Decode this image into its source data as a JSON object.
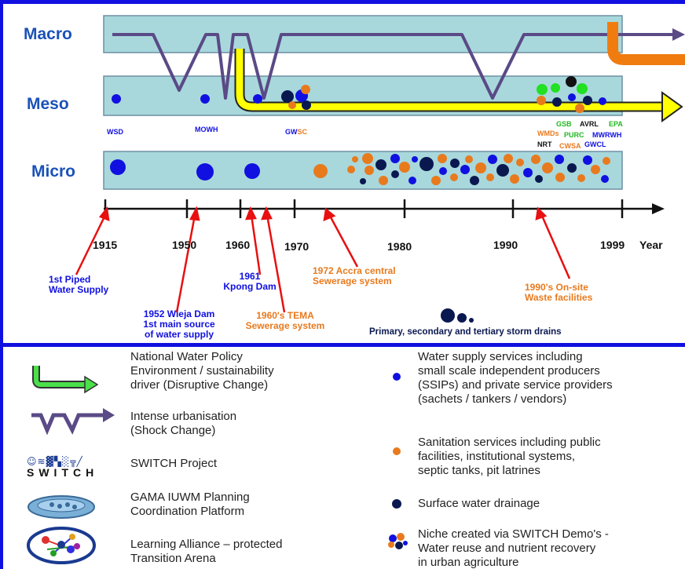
{
  "levels": {
    "macro": "Macro",
    "meso": "Meso",
    "micro": "Micro"
  },
  "meso_orgs": [
    {
      "text": "WSD",
      "color": "#1010e0"
    },
    {
      "text": "MOWH",
      "color": "#1010e0"
    },
    {
      "text_a": "GW",
      "text_b": "SC",
      "color_a": "#1010e0",
      "color_b": "#e87a1e"
    },
    {
      "text": "GSB",
      "color": "#22b822"
    },
    {
      "text": "AVRL",
      "color": "#111111"
    },
    {
      "text": "EPA",
      "color": "#22b822"
    },
    {
      "text": "WMDs",
      "color": "#e87a1e"
    },
    {
      "text": "PURC",
      "color": "#22b822"
    },
    {
      "text": "MWRWH",
      "color": "#1010e0"
    },
    {
      "text": "NRT",
      "color": "#111111"
    },
    {
      "text": "CWSA",
      "color": "#e87a1e"
    },
    {
      "text": "GWCL",
      "color": "#1010e0"
    }
  ],
  "years": [
    "1915",
    "1950",
    "1960",
    "1970",
    "1980",
    "1990",
    "1999",
    "Year"
  ],
  "events": [
    {
      "line1": "1st Piped",
      "line2": "Water Supply",
      "color": "#1010e0"
    },
    {
      "line1": "1952 Wieja Dam",
      "line2": "1st main source",
      "line3": "of water supply",
      "color": "#1010e0"
    },
    {
      "line1": "1961",
      "line2": "Kpong Dam",
      "color": "#1010e0"
    },
    {
      "line1": "1960's TEMA",
      "line2": "Sewerage system",
      "color": "#e87a1e"
    },
    {
      "line1": "1972 Accra central",
      "line2": "Sewerage system",
      "color": "#e87a1e"
    },
    {
      "line1": "1990's On-site",
      "line2": "Waste facilities",
      "color": "#e87a1e"
    }
  ],
  "drains_label": "Primary, secondary and tertiary storm drains",
  "legend_left": [
    {
      "icon": "green-arrow-icon",
      "l1": "National Water Policy",
      "l2": "Environment / sustainability",
      "l3": "driver (Disruptive Change)"
    },
    {
      "icon": "purple-wave-arrow-icon",
      "l1": "Intense urbanisation",
      "l2": "(Shock Change)"
    },
    {
      "icon": "switch-logo-icon",
      "l1": "SWITCH Project"
    },
    {
      "icon": "platform-oval-icon",
      "l1": "GAMA IUWM Planning",
      "l2": "Coordination Platform"
    },
    {
      "icon": "network-globe-icon",
      "l1": "Learning Alliance  –  protected",
      "l2": "Transition Arena"
    }
  ],
  "legend_right": [
    {
      "icon": "blue-dot-icon",
      "l1": "Water supply services including",
      "l2": "small scale independent producers",
      "l3": "(SSIPs) and private service providers",
      "l4": "(sachets / tankers / vendors)"
    },
    {
      "icon": "orange-dot-icon",
      "l1": "Sanitation services including public",
      "l2": "facilities, institutional systems,",
      "l3": "septic tanks, pit latrines"
    },
    {
      "icon": "navy-dot-icon",
      "l1": "Surface water drainage"
    },
    {
      "icon": "multi-dot-icon",
      "l1": "Niche created via SWITCH Demo's -",
      "l2": "Water reuse and nutrient recovery",
      "l3": "in urban agriculture"
    }
  ],
  "logo_text": {
    "switch_glyph": "☺≋▓▚░╦╱",
    "switch_word": "SWITCH"
  },
  "colors": {
    "band": "#a8d8dc",
    "border": "#1010e0",
    "purple": "#5a4a86",
    "yellow": "#ffff00",
    "orange": "#f07c10",
    "green": "#22b822",
    "navy": "#0a1850",
    "dot_blue": "#1010e0",
    "dot_orange": "#e87a1e"
  }
}
